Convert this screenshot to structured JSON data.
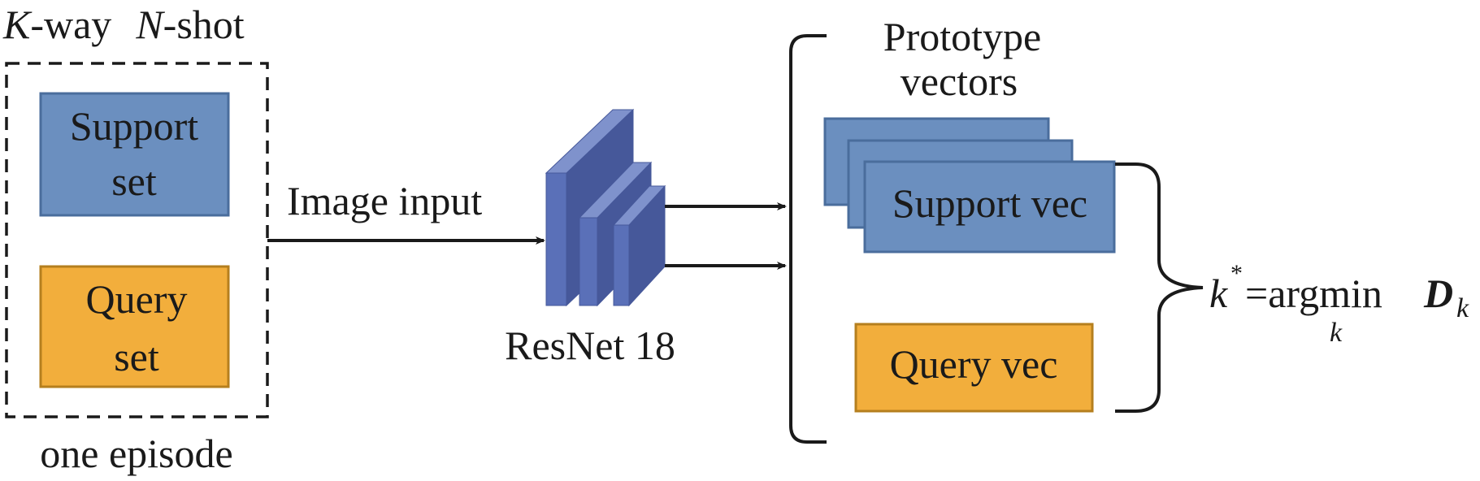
{
  "episode": {
    "k_var": "K",
    "way_text": "-way",
    "n_var": "N",
    "shot_text": "-shot",
    "caption": "one episode",
    "support_line1": "Support",
    "support_line2": "set",
    "query_line1": "Query",
    "query_line2": "set"
  },
  "arrow_label": "Image input",
  "network_label": "ResNet 18",
  "prototype": {
    "title_line1": "Prototype",
    "title_line2": "vectors",
    "support_vec": "Support vec",
    "query_vec": "Query vec"
  },
  "formula": {
    "k": "k",
    "star": "*",
    "eq_argmin": "=argmin",
    "D": "D",
    "D_sub": "k",
    "argmin_sub": "k"
  },
  "colors": {
    "support_fill": "#6b8fbf",
    "support_stroke": "#4a6d9c",
    "query_fill": "#f2ae3c",
    "query_stroke": "#b57f1e",
    "net_front": "#5a70b8",
    "net_top": "#7f92cc",
    "net_side": "#46589a",
    "ink": "#1a1a1a"
  }
}
